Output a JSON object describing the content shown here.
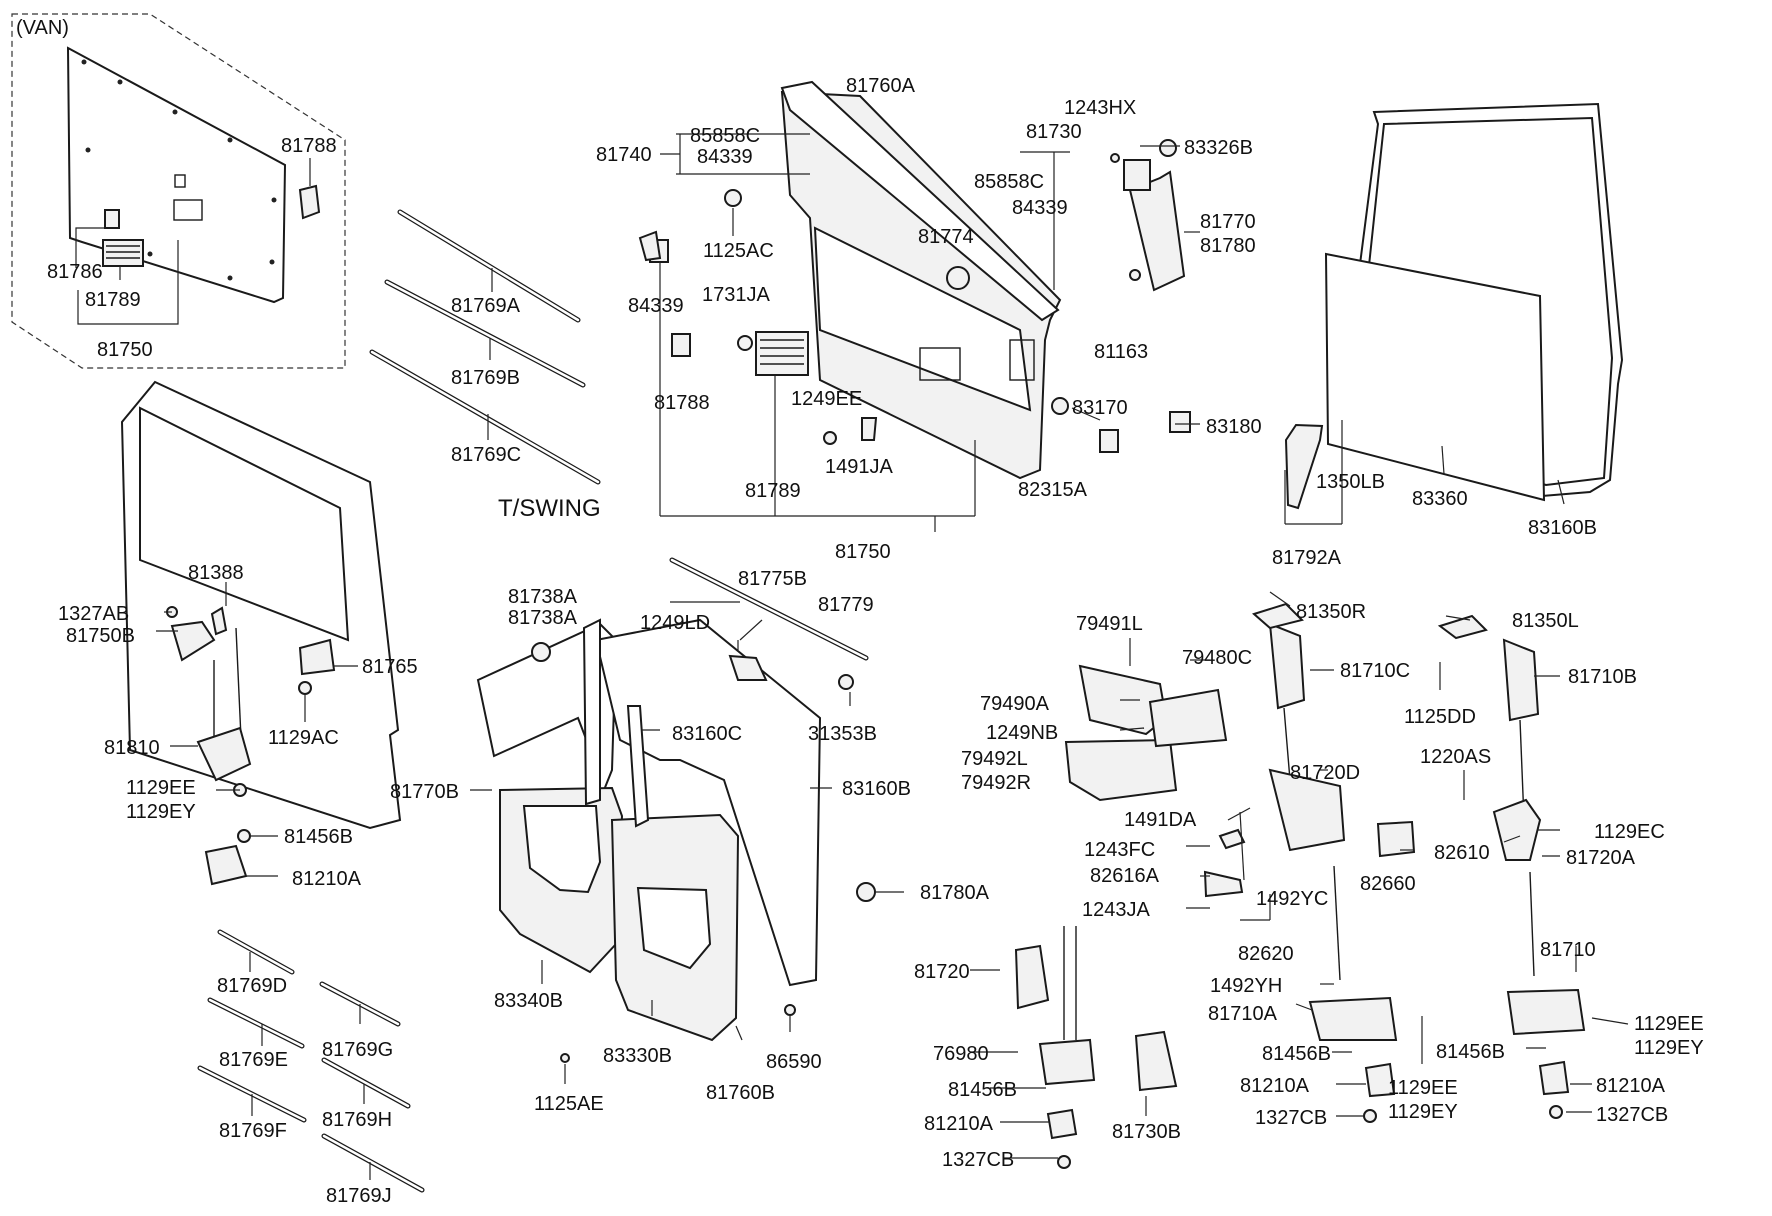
{
  "section_labels": {
    "van": "(VAN)",
    "tswing": "T/SWING"
  },
  "callouts": [
    {
      "id": "c1",
      "text": "81788"
    },
    {
      "id": "c2",
      "text": "81786"
    },
    {
      "id": "c3",
      "text": "81789"
    },
    {
      "id": "c4",
      "text": "81750"
    },
    {
      "id": "c5",
      "text": "81769A"
    },
    {
      "id": "c6",
      "text": "81769B"
    },
    {
      "id": "c7",
      "text": "81769C"
    },
    {
      "id": "c8",
      "text": "81740"
    },
    {
      "id": "c9",
      "text": "85858C"
    },
    {
      "id": "c10",
      "text": "84339"
    },
    {
      "id": "c11",
      "text": "1125AC"
    },
    {
      "id": "c12",
      "text": "84339"
    },
    {
      "id": "c13",
      "text": "1731JA"
    },
    {
      "id": "c14",
      "text": "81788"
    },
    {
      "id": "c15",
      "text": "81760A"
    },
    {
      "id": "c16",
      "text": "81774"
    },
    {
      "id": "c17",
      "text": "1249EE"
    },
    {
      "id": "c18",
      "text": "1491JA"
    },
    {
      "id": "c19",
      "text": "81789"
    },
    {
      "id": "c20",
      "text": "81750"
    },
    {
      "id": "c21",
      "text": "81730"
    },
    {
      "id": "c22",
      "text": "85858C"
    },
    {
      "id": "c23",
      "text": "84339"
    },
    {
      "id": "c24",
      "text": "1243HX"
    },
    {
      "id": "c25",
      "text": "83326B"
    },
    {
      "id": "c26",
      "text": "81770"
    },
    {
      "id": "c27",
      "text": "81780"
    },
    {
      "id": "c28",
      "text": "81163"
    },
    {
      "id": "c29",
      "text": "83170"
    },
    {
      "id": "c30",
      "text": "82315A"
    },
    {
      "id": "c31",
      "text": "83180"
    },
    {
      "id": "c32",
      "text": "1350LB"
    },
    {
      "id": "c33",
      "text": "81792A"
    },
    {
      "id": "c34",
      "text": "83360"
    },
    {
      "id": "c35",
      "text": "83160B"
    },
    {
      "id": "c36",
      "text": "81388"
    },
    {
      "id": "c37",
      "text": "1327AB"
    },
    {
      "id": "c38",
      "text": "81750B"
    },
    {
      "id": "c39",
      "text": "81765"
    },
    {
      "id": "c40",
      "text": "1129AC"
    },
    {
      "id": "c41",
      "text": "81810"
    },
    {
      "id": "c42",
      "text": "1129EE"
    },
    {
      "id": "c43",
      "text": "1129EY"
    },
    {
      "id": "c44",
      "text": "81456B"
    },
    {
      "id": "c45",
      "text": "81210A"
    },
    {
      "id": "c46",
      "text": "81769D"
    },
    {
      "id": "c47",
      "text": "81769E"
    },
    {
      "id": "c48",
      "text": "81769G"
    },
    {
      "id": "c49",
      "text": "81769F"
    },
    {
      "id": "c50",
      "text": "81769H"
    },
    {
      "id": "c51",
      "text": "81769J"
    },
    {
      "id": "c52",
      "text": "81738A"
    },
    {
      "id": "c53",
      "text": "81738A"
    },
    {
      "id": "c54",
      "text": "81775B"
    },
    {
      "id": "c55",
      "text": "1249LD"
    },
    {
      "id": "c56",
      "text": "81779"
    },
    {
      "id": "c57",
      "text": "31353B"
    },
    {
      "id": "c58",
      "text": "83160C"
    },
    {
      "id": "c59",
      "text": "81770B"
    },
    {
      "id": "c60",
      "text": "83160B"
    },
    {
      "id": "c61",
      "text": "81780A"
    },
    {
      "id": "c62",
      "text": "83340B"
    },
    {
      "id": "c63",
      "text": "83330B"
    },
    {
      "id": "c64",
      "text": "81760B"
    },
    {
      "id": "c65",
      "text": "86590"
    },
    {
      "id": "c66",
      "text": "1125AE"
    },
    {
      "id": "c67",
      "text": "79491L"
    },
    {
      "id": "c68",
      "text": "79480C"
    },
    {
      "id": "c69",
      "text": "79490A"
    },
    {
      "id": "c70",
      "text": "1249NB"
    },
    {
      "id": "c71",
      "text": "79492L"
    },
    {
      "id": "c72",
      "text": "79492R"
    },
    {
      "id": "c73",
      "text": "81350R"
    },
    {
      "id": "c74",
      "text": "81710C"
    },
    {
      "id": "c75",
      "text": "81720D"
    },
    {
      "id": "c76",
      "text": "1491DA"
    },
    {
      "id": "c77",
      "text": "1243FC"
    },
    {
      "id": "c78",
      "text": "82616A"
    },
    {
      "id": "c79",
      "text": "1492YC"
    },
    {
      "id": "c80",
      "text": "1243JA"
    },
    {
      "id": "c81",
      "text": "82620"
    },
    {
      "id": "c82",
      "text": "82660"
    },
    {
      "id": "c83",
      "text": "1492YH"
    },
    {
      "id": "c84",
      "text": "81710A"
    },
    {
      "id": "c85",
      "text": "81456B"
    },
    {
      "id": "c86",
      "text": "81210A"
    },
    {
      "id": "c87",
      "text": "1327CB"
    },
    {
      "id": "c88",
      "text": "1129EE"
    },
    {
      "id": "c89",
      "text": "1129EY"
    },
    {
      "id": "c90",
      "text": "81720"
    },
    {
      "id": "c91",
      "text": "76980"
    },
    {
      "id": "c92",
      "text": "81456B"
    },
    {
      "id": "c93",
      "text": "81210A"
    },
    {
      "id": "c94",
      "text": "1327CB"
    },
    {
      "id": "c95",
      "text": "81730B"
    },
    {
      "id": "c96",
      "text": "81350L"
    },
    {
      "id": "c97",
      "text": "81710B"
    },
    {
      "id": "c98",
      "text": "1125DD"
    },
    {
      "id": "c99",
      "text": "1220AS"
    },
    {
      "id": "c100",
      "text": "82610"
    },
    {
      "id": "c101",
      "text": "1129EC"
    },
    {
      "id": "c102",
      "text": "81720A"
    },
    {
      "id": "c103",
      "text": "81710"
    },
    {
      "id": "c104",
      "text": "1129EE"
    },
    {
      "id": "c105",
      "text": "1129EY"
    },
    {
      "id": "c106",
      "text": "81456B"
    },
    {
      "id": "c107",
      "text": "81210A"
    },
    {
      "id": "c108",
      "text": "1327CB"
    }
  ]
}
